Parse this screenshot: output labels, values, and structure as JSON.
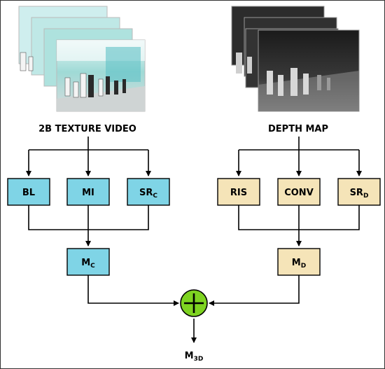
{
  "captions": {
    "texture": "2B TEXTURE VIDEO",
    "depth": "DEPTH MAP"
  },
  "blocks": {
    "bl": "BL",
    "mi": "MI",
    "src_main": "SR",
    "src_sub": "C",
    "mc_main": "M",
    "mc_sub": "C",
    "ris": "RIS",
    "conv": "CONV",
    "srd_main": "SR",
    "srd_sub": "D",
    "md_main": "M",
    "md_sub": "D"
  },
  "output": {
    "main": "M",
    "sub": "3D"
  },
  "colors": {
    "texture_block": "#7fd4e6",
    "depth_block": "#f5e4b8",
    "adder": "#7ed321",
    "border": "#000000"
  },
  "icons": {
    "adder": "circle-plus-icon"
  }
}
